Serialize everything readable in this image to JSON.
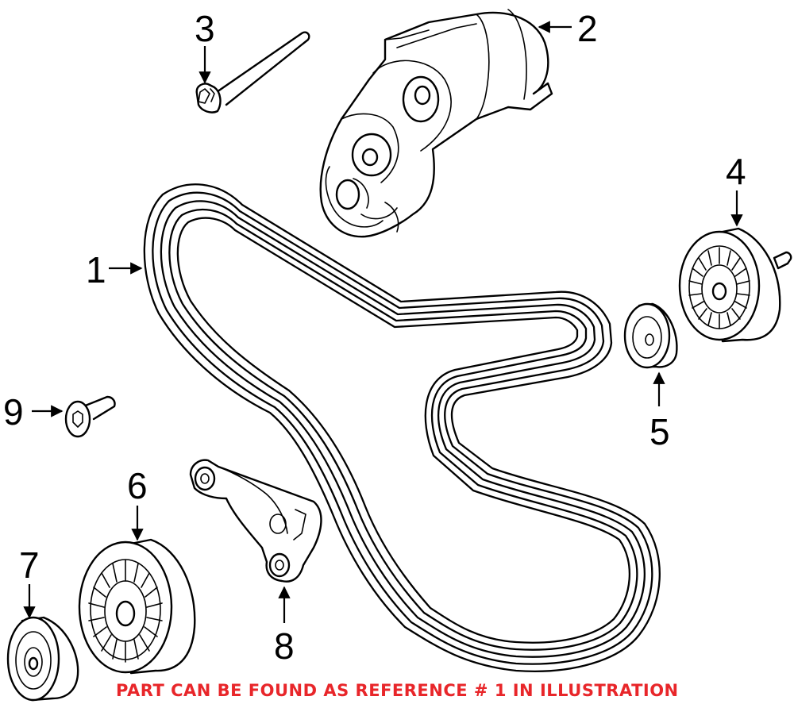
{
  "callouts": {
    "c1": "1",
    "c2": "2",
    "c3": "3",
    "c4": "4",
    "c5": "5",
    "c6": "6",
    "c7": "7",
    "c8": "8",
    "c9": "9"
  },
  "footnote": "PART CAN BE FOUND AS REFERENCE # 1 IN ILLUSTRATION",
  "colors": {
    "footnote": "#e8262a",
    "line": "#000000",
    "background": "#ffffff"
  }
}
